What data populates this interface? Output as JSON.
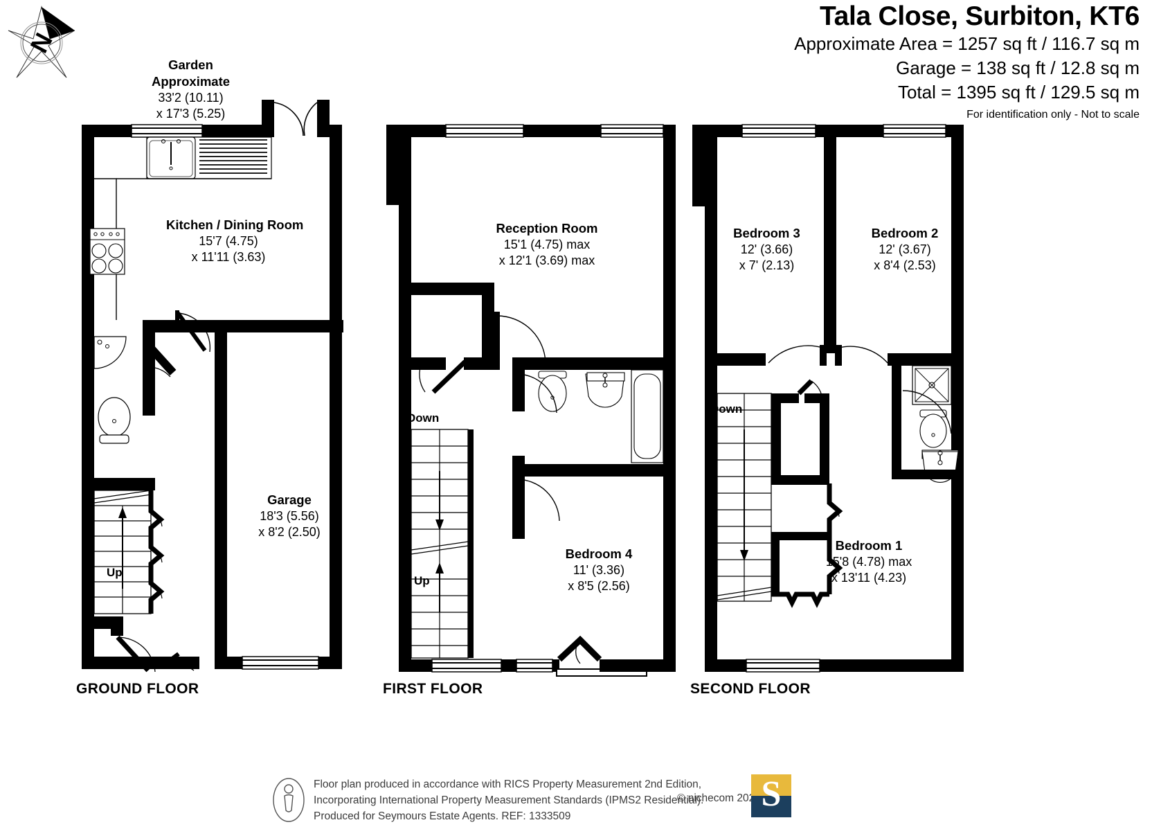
{
  "header": {
    "title": "Tala Close, Surbiton, KT6",
    "area_lines": [
      "Approximate Area = 1257 sq ft / 116.7 sq m",
      "Garage = 138 sq ft / 12.8 sq m",
      "Total = 1395 sq ft / 129.5 sq m"
    ],
    "disclaimer": "For identification only - Not to scale"
  },
  "compass": {
    "label": "N"
  },
  "floors": [
    {
      "id": "ground",
      "caption": "GROUND FLOOR"
    },
    {
      "id": "first",
      "caption": "FIRST FLOOR"
    },
    {
      "id": "second",
      "caption": "SECOND FLOOR"
    }
  ],
  "garden": {
    "name_line1": "Garden",
    "name_line2": "Approximate",
    "dim1": "33'2 (10.11)",
    "dim2": "x 17'3 (5.25)"
  },
  "rooms": {
    "kitchen": {
      "name": "Kitchen / Dining Room",
      "dim1": "15'7 (4.75)",
      "dim2": "x 11'11 (3.63)"
    },
    "garage": {
      "name": "Garage",
      "dim1": "18'3 (5.56)",
      "dim2": "x 8'2 (2.50)"
    },
    "reception": {
      "name": "Reception Room",
      "dim1": "15'1 (4.75) max",
      "dim2": "x 12'1 (3.69) max"
    },
    "bedroom4": {
      "name": "Bedroom 4",
      "dim1": "11' (3.36)",
      "dim2": "x 8'5 (2.56)"
    },
    "bedroom3": {
      "name": "Bedroom 3",
      "dim1": "12' (3.66)",
      "dim2": "x 7' (2.13)"
    },
    "bedroom2": {
      "name": "Bedroom 2",
      "dim1": "12' (3.67)",
      "dim2": "x 8'4 (2.53)"
    },
    "bedroom1": {
      "name": "Bedroom 1",
      "dim1": "15'8 (4.78) max",
      "dim2": "x 13'11 (4.23)"
    }
  },
  "stair_tags": {
    "ground_up": "Up",
    "first_down": "Down",
    "first_up": "Up",
    "second_down": "Down"
  },
  "footer": {
    "line1": "Floor plan produced in accordance with RICS Property Measurement 2nd Edition,",
    "line2": "Incorporating International Property Measurement Standards (IPMS2 Residential).",
    "line3": "Produced for Seymours Estate Agents.   REF: 1333509",
    "copyright": "© nichecom 2025.",
    "logo_letter": "S"
  },
  "colors": {
    "wall": "#000000",
    "background": "#ffffff",
    "logo_yellow": "#e8b93c",
    "logo_navy": "#1c3f5e",
    "footer_text": "#3b3b3b"
  }
}
